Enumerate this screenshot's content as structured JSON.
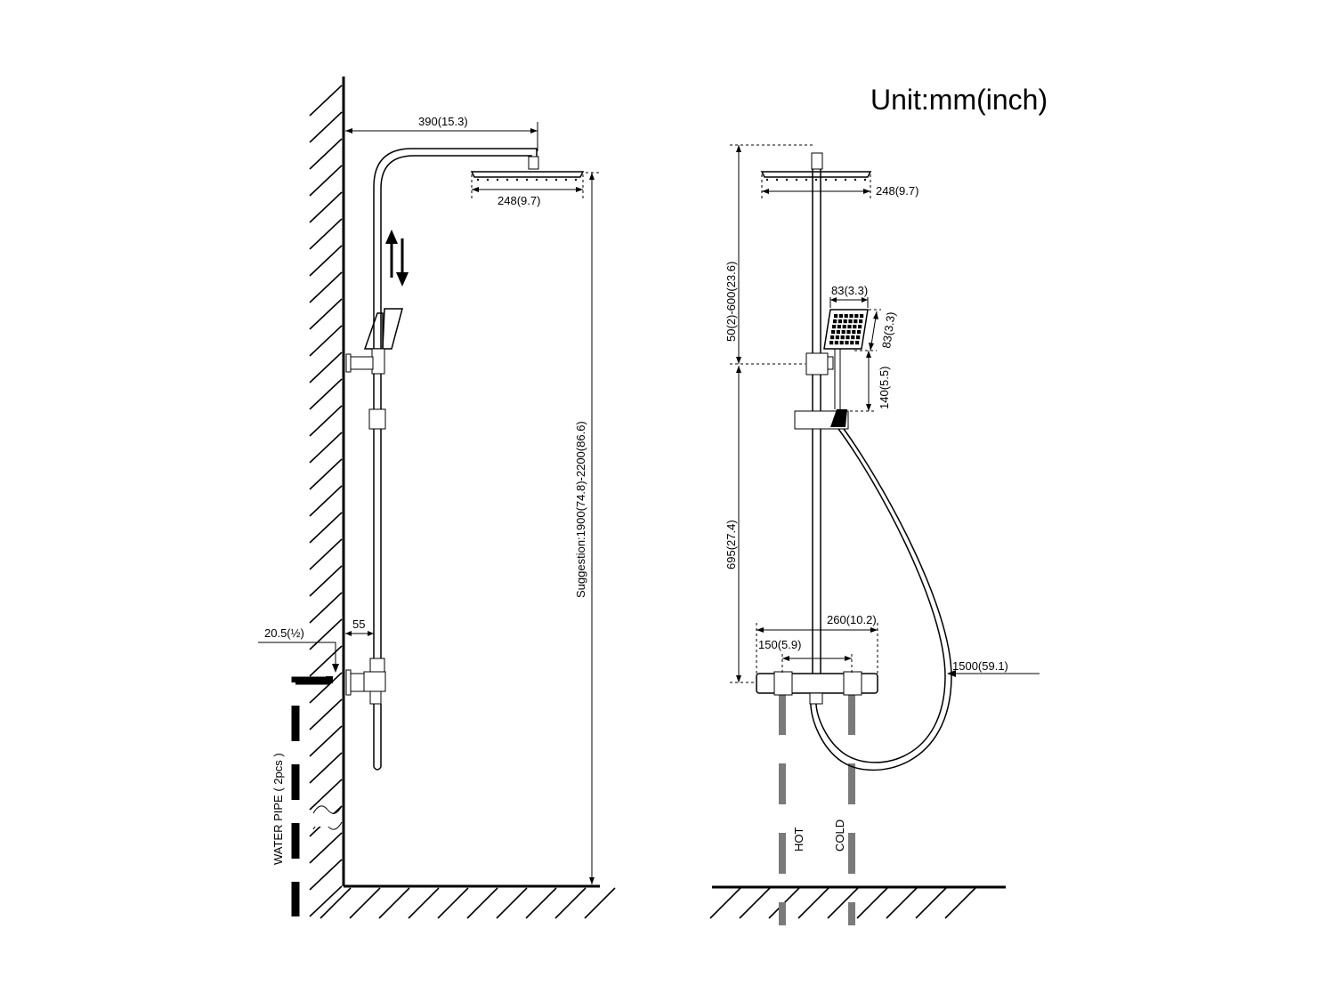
{
  "unit_label": "Unit:mm(inch)",
  "side_view": {
    "dim_arm_length": "390(15.3)",
    "dim_head_width": "248(9.7)",
    "dim_total_height": "Suggestion:1900(74.8)-2200(86.6)",
    "dim_wall_offset": "55",
    "dim_pipe_thread": "20.5(½)",
    "water_pipe_label": "WATER PIPE ( 2pcs )"
  },
  "front_view": {
    "dim_head_width": "248(9.7)",
    "dim_top_adjust": "50(2)-600(23.6)",
    "dim_hand_width": "83(3.3)",
    "dim_hand_height": "83(3.3)",
    "dim_holder_drop": "140(5.5)",
    "dim_bar_height": "695(27.4)",
    "dim_mixer_width": "260(10.2)",
    "dim_inlet_spacing": "150(5.9)",
    "dim_hose_length": "1500(59.1)",
    "hot_label": "HOT",
    "cold_label": "COLD"
  }
}
